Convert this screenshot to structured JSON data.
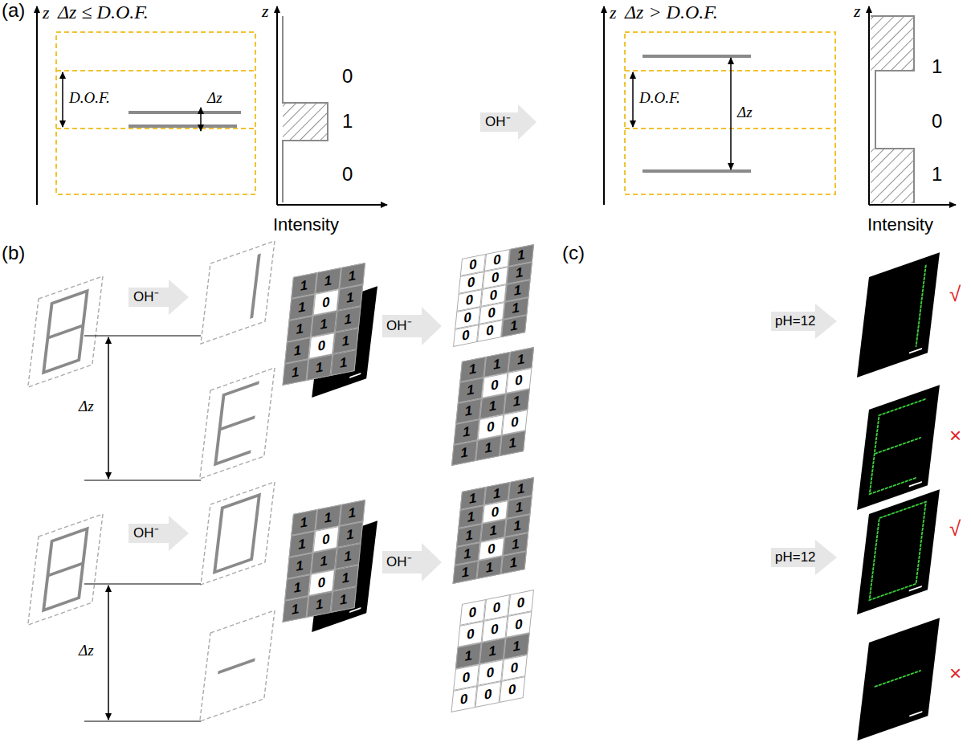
{
  "diagram": {
    "labels": [
      "(a)",
      "z",
      "Δz ≤ D.O.F.",
      "D.O.F.",
      "Δz",
      "z",
      "0",
      "1",
      "0",
      "Intensity",
      "OH⁻",
      "z",
      "Δz > D.O.F.",
      "D.O.F.",
      "Δz",
      "z",
      "1",
      "0",
      "1",
      "Intensity",
      "(b)",
      "OH⁻",
      "Δz",
      "1",
      "1",
      "1",
      "1",
      "0",
      "1",
      "1",
      "1",
      "1",
      "1",
      "0",
      "1",
      "1",
      "1",
      "1",
      "OH⁻",
      "0",
      "0",
      "1",
      "0",
      "0",
      "1",
      "0",
      "0",
      "1",
      "0",
      "0",
      "1",
      "0",
      "0",
      "1",
      "1",
      "1",
      "1",
      "1",
      "0",
      "0",
      "1",
      "1",
      "1",
      "1",
      "0",
      "0",
      "1",
      "1",
      "1",
      "OH⁻",
      "Δz",
      "1",
      "1",
      "1",
      "1",
      "0",
      "1",
      "1",
      "1",
      "1",
      "1",
      "0",
      "1",
      "1",
      "1",
      "1",
      "OH⁻",
      "1",
      "1",
      "1",
      "1",
      "0",
      "1",
      "1",
      "1",
      "1",
      "1",
      "0",
      "1",
      "1",
      "1",
      "1",
      "0",
      "0",
      "0",
      "0",
      "0",
      "0",
      "1",
      "1",
      "1",
      "0",
      "0",
      "0",
      "0",
      "0",
      "0",
      "(c)",
      "pH=12",
      "√",
      "×",
      "pH=12",
      "√",
      "×"
    ]
  }
}
